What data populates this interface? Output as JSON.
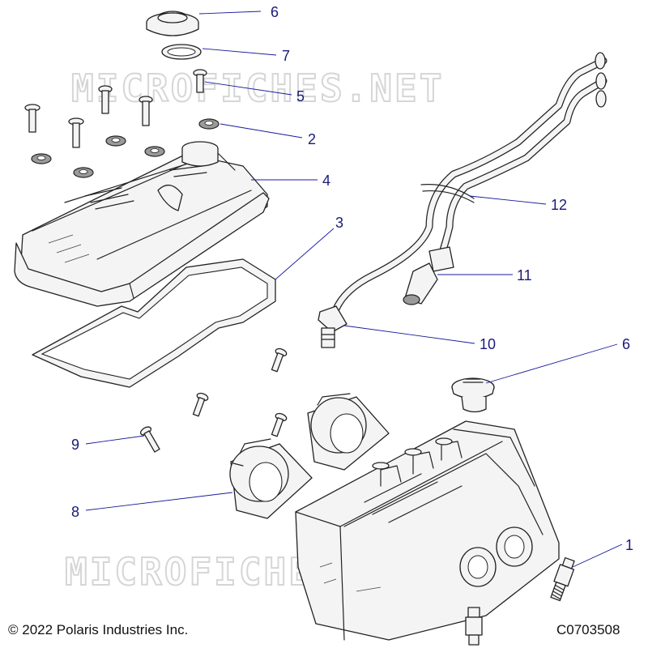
{
  "watermark_text": "MICROFICHES.NET",
  "copyright": "© 2022 Polaris Industries Inc.",
  "drawing_number": "C0703508",
  "callouts": [
    {
      "id": "c6a",
      "label": "6"
    },
    {
      "id": "c7",
      "label": "7"
    },
    {
      "id": "c5",
      "label": "5"
    },
    {
      "id": "c2",
      "label": "2"
    },
    {
      "id": "c4",
      "label": "4"
    },
    {
      "id": "c3",
      "label": "3"
    },
    {
      "id": "c12",
      "label": "12"
    },
    {
      "id": "c11",
      "label": "11"
    },
    {
      "id": "c10",
      "label": "10"
    },
    {
      "id": "c6b",
      "label": "6"
    },
    {
      "id": "c9",
      "label": "9"
    },
    {
      "id": "c8",
      "label": "8"
    },
    {
      "id": "c1",
      "label": "1"
    }
  ]
}
